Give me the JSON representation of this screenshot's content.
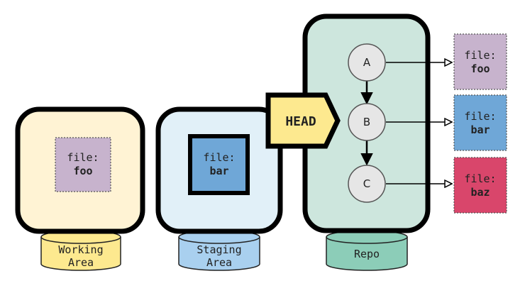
{
  "areas": {
    "working": {
      "label_line1": "Working",
      "label_line2": "Area",
      "fill": "#fff3d4",
      "base": "#fde98f"
    },
    "staging": {
      "label_line1": "Staging",
      "label_line2": "Area",
      "fill": "#e1f0f8",
      "base": "#a9d0ef"
    },
    "repo": {
      "label_line1": "Repo",
      "fill": "#cde6dd",
      "base": "#8ccdb8"
    }
  },
  "working_file": {
    "line1": "file:",
    "line2": "foo",
    "color": "#c7b3cd"
  },
  "staging_file": {
    "line1": "file:",
    "line2": "bar",
    "color": "#6fa7d7"
  },
  "head": {
    "label": "HEAD",
    "color": "#fde98f"
  },
  "commits": [
    {
      "id": "A"
    },
    {
      "id": "B"
    },
    {
      "id": "C"
    }
  ],
  "snapshots": [
    {
      "line1": "file:",
      "line2": "foo",
      "color": "#c7b3cd"
    },
    {
      "line1": "file:",
      "line2": "bar",
      "color": "#6fa7d7"
    },
    {
      "line1": "file:",
      "line2": "baz",
      "color": "#d9466b"
    }
  ]
}
